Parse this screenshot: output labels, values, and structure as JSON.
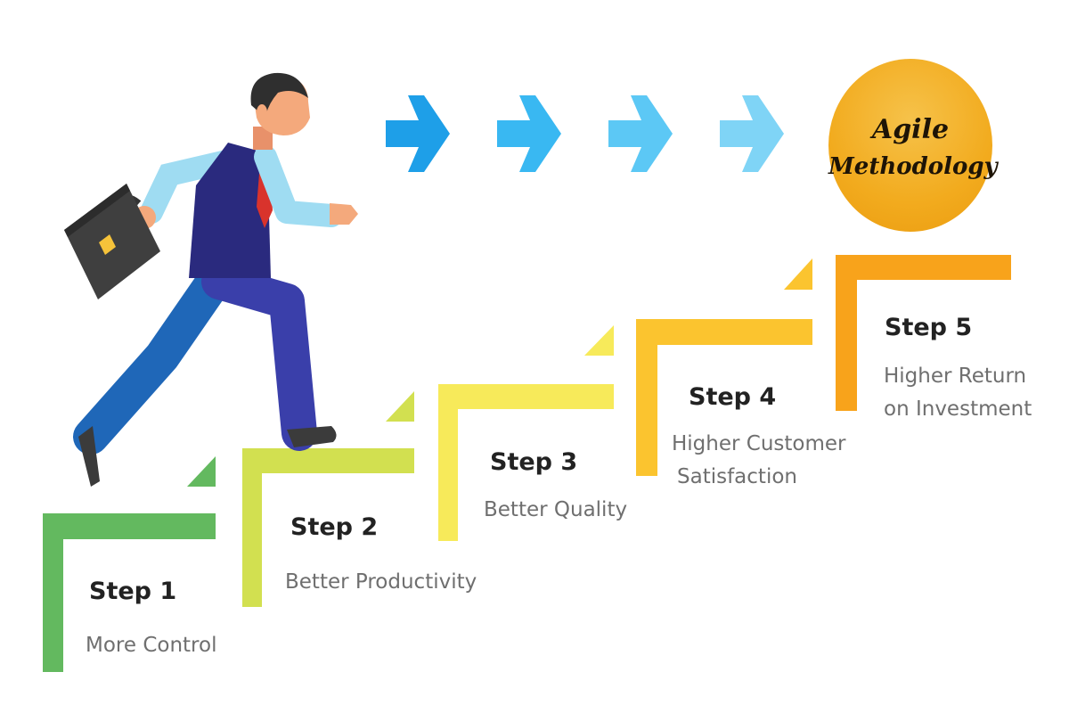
{
  "goal": {
    "line1": "Agile",
    "line2": "Methodology",
    "color": "#f2ab1e"
  },
  "arrows": {
    "colors": [
      "#1e9fe8",
      "#39b8f2",
      "#5cc8f5",
      "#7fd4f6"
    ]
  },
  "steps": [
    {
      "title": "Step 1",
      "desc_lines": [
        "More Control"
      ],
      "color": "#63b95f"
    },
    {
      "title": "Step 2",
      "desc_lines": [
        "Better Productivity"
      ],
      "color": "#d2e050"
    },
    {
      "title": "Step 3",
      "desc_lines": [
        "Better Quality"
      ],
      "color": "#f7ea5a"
    },
    {
      "title": "Step 4",
      "desc_lines": [
        "Higher Customer",
        "Satisfaction"
      ],
      "color": "#fbc42f"
    },
    {
      "title": "Step 5",
      "desc_lines": [
        "Higher Return",
        "on Investment"
      ],
      "color": "#f8a31b"
    }
  ]
}
